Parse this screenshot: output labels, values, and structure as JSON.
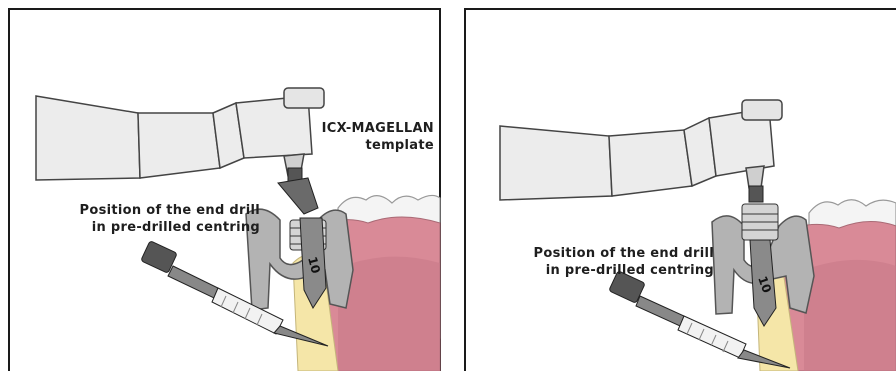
{
  "panels": [
    {
      "template_label_line1": "ICX-MAGELLAN",
      "template_label_line2": "template",
      "drill_label_line1": "Position of the end drill",
      "drill_label_line2": "in pre-drilled centring",
      "drill_marking": "10"
    },
    {
      "drill_label_line1": "Position of the end drill",
      "drill_label_line2": "in pre-drilled centring",
      "drill_marking": "10"
    }
  ],
  "colors": {
    "gum": "#d98a97",
    "bone": "#f5e6a8",
    "template": "#b3b3b3",
    "handpiece": "#ededed",
    "outline": "#1a1a1a"
  }
}
